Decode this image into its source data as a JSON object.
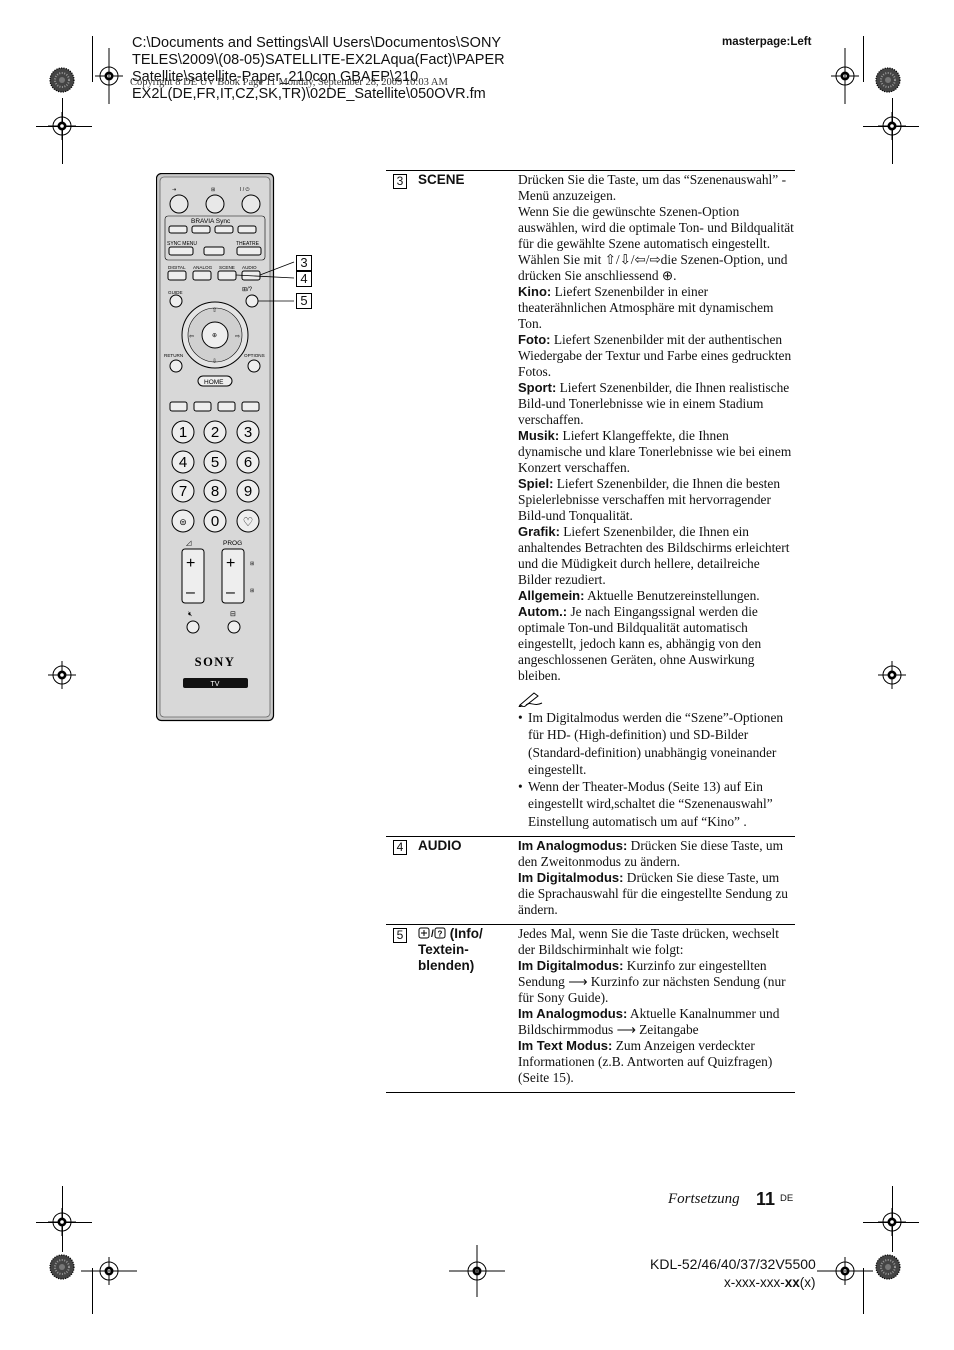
{
  "header": {
    "path_lines": [
      "C:\\Documents and Settings\\All Users\\Documentos\\SONY",
      "TELES\\2009\\(08-05)SATELLITE-EX2LAqua(Fact)\\PAPER",
      "Satellite\\satellite-Paper_210con GBAEP\\210",
      "EX2L(DE,FR,IT,CZ,SK,TR)\\02DE_Satellite\\050OVR.fm"
    ],
    "overprint": "Copyright 8 DE UV Book  Page 11  Monday, September 28, 2009  10:03 AM",
    "masterpage": "masterpage:Left"
  },
  "remote": {
    "bravia_sync": "BRAVIA Sync",
    "sync_menu": "SYNC MENU",
    "theatre": "THEATRE",
    "digital": "DIGITAL",
    "analog": "ANALOG",
    "scene": "SCENE",
    "audio": "AUDIO",
    "guide": "GUIDE",
    "return": "RETURN",
    "options": "OPTIONS",
    "home": "HOME",
    "prog": "PROG",
    "digits": [
      "1",
      "2",
      "3",
      "4",
      "5",
      "6",
      "7",
      "8",
      "9"
    ],
    "zero": "0",
    "brand": "SONY",
    "tv": "TV",
    "callouts": [
      "3",
      "4",
      "5"
    ]
  },
  "rows": [
    {
      "num": "3",
      "key": "SCENE",
      "intro": [
        "Drücken Sie die Taste, um das “Szenenauswahl” -Menü anzuzeigen.",
        "Wenn Sie die gewünschte Szenen-Option auswählen, wird die optimale Ton- und Bildqualität für die gewählte Szene automatisch eingestellt.",
        "Wählen Sie mit ⇧/⇩/⇦/⇨die Szenen-Option, und drücken Sie anschliessend ⊕."
      ],
      "options": [
        {
          "label": "Kino:",
          "text": " Liefert Szenenbilder in einer theaterähnlichen Atmosphäre mit dynamischem Ton."
        },
        {
          "label": "Foto:",
          "text": " Liefert Szenenbilder mit der authentischen Wiedergabe der Textur und Farbe eines gedruckten Fotos."
        },
        {
          "label": "Sport:",
          "text": " Liefert Szenenbilder, die Ihnen realistische Bild-und Tonerlebnisse wie in einem Stadium verschaffen."
        },
        {
          "label": "Musik:",
          "text": " Liefert Klangeffekte, die Ihnen dynamische und klare Tonerlebnisse wie bei einem Konzert verschaffen."
        },
        {
          "label": "Spiel:",
          "text": " Liefert Szenenbilder, die Ihnen die besten Spielerlebnisse verschaffen mit hervorragender Bild-und Tonqualität."
        },
        {
          "label": "Grafik:",
          "text": " Liefert Szenenbilder, die Ihnen ein anhaltendes Betrachten des Bildschirms erleichtert und die Müdigkeit durch hellere, detailreiche Bilder rezudiert."
        },
        {
          "label": "Allgemein:",
          "text": " Aktuelle Benutzereinstellungen."
        },
        {
          "label": "Autom.:",
          "text": " Je nach Eingangssignal werden die optimale Ton-und Bildqualität automatisch eingestellt, jedoch kann es, abhängig von den angeschlossenen Geräten, ohne Auswirkung bleiben."
        }
      ],
      "notes": [
        "Im Digitalmodus werden die “Szene”-Optionen für HD- (High-definition) und SD-Bilder (Standard-definition) unabhängig voneinander eingestellt.",
        "Wenn der Theater-Modus (Seite 13) auf Ein eingestellt wird,schaltet die “Szenenauswahl” Einstellung automatisch um auf “Kino” ."
      ]
    },
    {
      "num": "4",
      "key": "AUDIO",
      "items": [
        {
          "label": "Im Analogmodus:",
          "text": " Drücken Sie diese Taste, um den Zweitonmodus zu ändern."
        },
        {
          "label": "Im Digitalmodus:",
          "text": " Drücken Sie diese Taste, um die Sprachauswahl für die eingestellte Sendung zu ändern."
        }
      ]
    },
    {
      "num": "5",
      "key_line1": "(Info/",
      "key_line2": "Textein-",
      "key_line3": "blenden)",
      "intro": "Jedes Mal, wenn Sie die Taste drücken, wechselt der Bildschirminhalt wie folgt:",
      "items": [
        {
          "label": "Im Digitalmodus:",
          "text": " Kurzinfo zur eingestellten Sendung ⟶ Kurzinfo zur nächsten Sendung (nur für Sony Guide)."
        },
        {
          "label": "Im Analogmodus:",
          "text": " Aktuelle Kanalnummer und Bildschirmmodus ⟶ Zeitangabe"
        },
        {
          "label": "Im Text Modus:",
          "text": " Zum Anzeigen verdeckter Informationen (z.B. Antworten auf Quizfragen) (Seite 15)."
        }
      ]
    }
  ],
  "footer": {
    "fortsetzung": "Fortsetzung",
    "page": "11",
    "lang": "DE",
    "model": "KDL-52/46/40/37/32V5500",
    "code_prefix": "x-xxx-xxx-",
    "code_bold": "xx",
    "code_suffix": "(x)"
  }
}
